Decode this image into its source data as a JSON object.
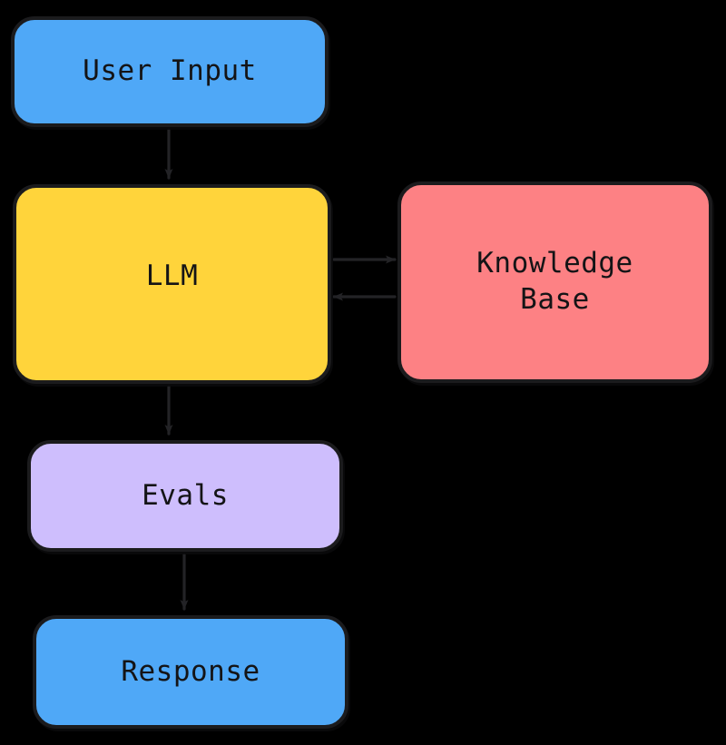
{
  "diagram": {
    "type": "flowchart",
    "title": "LLM with Knowledge Base and Evals flow",
    "background_color": "#000000",
    "stroke_color": "#1b1b1d",
    "text_color": "#141416",
    "nodes": [
      {
        "id": "user-input",
        "label": "User Input",
        "color": "#4fa8f7",
        "shape": "rounded-rectangle"
      },
      {
        "id": "llm",
        "label": "LLM",
        "color": "#ffd43b",
        "shape": "rounded-rectangle"
      },
      {
        "id": "knowledge-base",
        "label": "Knowledge\nBase",
        "color": "#fd8184",
        "shape": "rounded-rectangle"
      },
      {
        "id": "evals",
        "label": "Evals",
        "color": "#cebefd",
        "shape": "rounded-rectangle"
      },
      {
        "id": "response",
        "label": "Response",
        "color": "#4fa8f7",
        "shape": "rounded-rectangle"
      }
    ],
    "edges": [
      {
        "id": "user-input-to-llm",
        "from": "user-input",
        "to": "llm",
        "label": "",
        "direction": "down"
      },
      {
        "id": "llm-to-knowledge",
        "from": "llm",
        "to": "knowledge-base",
        "label": "",
        "direction": "right"
      },
      {
        "id": "knowledge-to-llm",
        "from": "knowledge-base",
        "to": "llm",
        "label": "",
        "direction": "left"
      },
      {
        "id": "llm-to-evals",
        "from": "llm",
        "to": "evals",
        "label": "",
        "direction": "down"
      },
      {
        "id": "evals-to-response",
        "from": "evals",
        "to": "response",
        "label": "",
        "direction": "down"
      }
    ]
  }
}
